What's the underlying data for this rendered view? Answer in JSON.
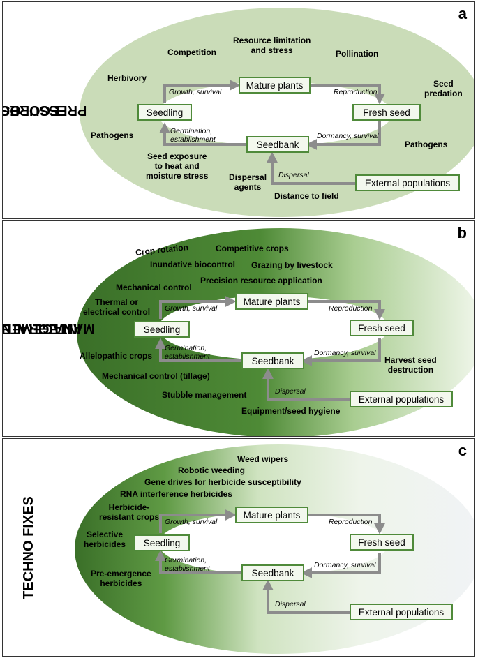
{
  "colors": {
    "box_border": "#4f8a3a",
    "box_fill": "#f3f8ee",
    "arrow": "#8c8c8c",
    "ellipse_light": "#cadcb8",
    "ellipse_dark": "#3a6f28"
  },
  "nodes": {
    "mature_plants": "Mature plants",
    "fresh_seed": "Fresh seed",
    "seedbank": "Seedbank",
    "seedling": "Seedling",
    "external_populations": "External populations"
  },
  "edges": {
    "growth_survival": "Growth, survival",
    "reproduction": "Reproduction",
    "dormancy_survival": "Dormancy, survival",
    "germination": "Germination,",
    "establishment": "establishment",
    "dispersal": "Dispersal"
  },
  "panels": {
    "a": {
      "letter": "a",
      "title_line1": "ECOLOGICAL",
      "title_line2": "PRESSURES",
      "pressures": {
        "resource_line1": "Resource limitation",
        "resource_line2": "and stress",
        "competition": "Competition",
        "pollination": "Pollination",
        "herbivory": "Herbivory",
        "seed_predation_line1": "Seed",
        "seed_predation_line2": "predation",
        "pathogens_left": "Pathogens",
        "pathogens_right": "Pathogens",
        "seed_exposure_line1": "Seed exposure",
        "seed_exposure_line2": "to heat and",
        "seed_exposure_line3": "moisture stress",
        "dispersal_agents_line1": "Dispersal",
        "dispersal_agents_line2": "agents",
        "distance_to_field": "Distance to field"
      }
    },
    "b": {
      "letter": "b",
      "title_line1": "INTEGRATED WEED",
      "title_line2": "MANAGEMENT",
      "tactics": {
        "crop_rotation": "Crop rotation",
        "competitive_crops": "Competitive crops",
        "inundative_biocontrol": "Inundative biocontrol",
        "grazing_by_livestock": "Grazing by livestock",
        "mechanical_control": "Mechanical control",
        "precision_resource_application": "Precision resource application",
        "thermal_line1": "Thermal or",
        "thermal_line2": "electrical control",
        "allelopathic_crops": "Allelopathic crops",
        "harvest_line1": "Harvest seed",
        "harvest_line2": "destruction",
        "mechanical_tillage": "Mechanical control (tillage)",
        "stubble_management": "Stubble management",
        "equipment_hygiene": "Equipment/seed hygiene"
      }
    },
    "c": {
      "letter": "c",
      "title": "TECHNO FIXES",
      "tactics": {
        "weed_wipers": "Weed wipers",
        "robotic_weeding": "Robotic weeding",
        "gene_drives": "Gene drives for herbicide susceptibility",
        "rna_interference": "RNA interference herbicides",
        "herbicide_resistant_line1": "Herbicide-",
        "herbicide_resistant_line2": "resistant crops",
        "selective_line1": "Selective",
        "selective_line2": "herbicides",
        "pre_emergence_line1": "Pre-emergence",
        "pre_emergence_line2": "herbicides"
      }
    }
  }
}
